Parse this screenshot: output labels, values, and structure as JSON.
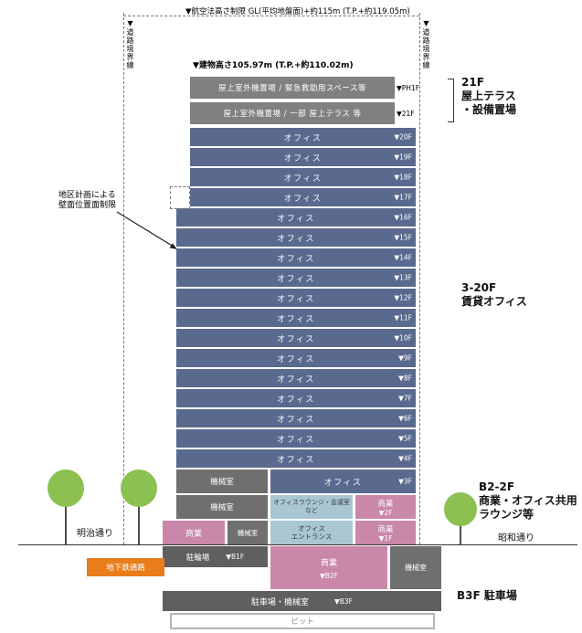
{
  "colors": {
    "office": "#5a6a8e",
    "roof": "#808080",
    "machine": "#6f6f6f",
    "commerce": "#c987a9",
    "lounge": "#a9c6d3",
    "parking": "#5f5f5f",
    "subway": "#e87d1a",
    "tree": "#8cc051"
  },
  "top": {
    "aviation_limit": "▼航空法高さ制限 GL(平均地盤面)+約115m (T.P.+約119.05m)",
    "building_height": "▼建物高さ105.97m (T.P.+約110.02m)",
    "road_boundary_left": "▼道路境界線",
    "road_boundary_right": "▼道路境界線"
  },
  "left": {
    "wall_restriction": [
      "地区計画による",
      "壁面位置面制限"
    ],
    "meiji_street": "明治通り",
    "subway": "地下鉄通路"
  },
  "right": {
    "showa_street": "昭和通り",
    "label_21f": [
      "21F",
      "屋上テラス",
      "・設備置場"
    ],
    "label_office": [
      "3-20F",
      "賃貸オフィス"
    ],
    "label_b2_2f": [
      "B2-2F",
      "商業・オフィス共用",
      "ラウンジ等"
    ],
    "label_b3f": "B3F 駐車場"
  },
  "tower": {
    "roof_floors": [
      {
        "label": "屋上室外機置場 / 緊急救助用スペース等",
        "marker": "▼PH1F"
      },
      {
        "label": "屋上室外機置場 / 一部 屋上テラス 等",
        "marker": "▼21F"
      }
    ],
    "office_floors": [
      {
        "label": "オフィス",
        "marker": "▼20F",
        "setback": true
      },
      {
        "label": "オフィス",
        "marker": "▼19F",
        "setback": true
      },
      {
        "label": "オフィス",
        "marker": "▼18F",
        "setback": true
      },
      {
        "label": "オフィス",
        "marker": "▼17F",
        "setback": true
      },
      {
        "label": "オフィス",
        "marker": "▼16F",
        "setback": false
      },
      {
        "label": "オフィス",
        "marker": "▼15F",
        "setback": false
      },
      {
        "label": "オフィス",
        "marker": "▼14F",
        "setback": false
      },
      {
        "label": "オフィス",
        "marker": "▼13F",
        "setback": false
      },
      {
        "label": "オフィス",
        "marker": "▼12F",
        "setback": false
      },
      {
        "label": "オフィス",
        "marker": "▼11F",
        "setback": false
      },
      {
        "label": "オフィス",
        "marker": "▼10F",
        "setback": false
      },
      {
        "label": "オフィス",
        "marker": "▼9F",
        "setback": false
      },
      {
        "label": "オフィス",
        "marker": "▼8F",
        "setback": false
      },
      {
        "label": "オフィス",
        "marker": "▼7F",
        "setback": false
      },
      {
        "label": "オフィス",
        "marker": "▼6F",
        "setback": false
      },
      {
        "label": "オフィス",
        "marker": "▼5F",
        "setback": false
      },
      {
        "label": "オフィス",
        "marker": "▼4F",
        "setback": false
      }
    ],
    "floor3": {
      "machine": "機械室",
      "office": "オフィス",
      "marker": "▼3F"
    },
    "floor2": {
      "machine": "機械室",
      "lounge": "オフィスラウンジ・会議室など",
      "commerce": "商業",
      "marker": "▼2F"
    },
    "floor1": {
      "commerce_left": "商業",
      "machine": "機械室",
      "entrance": [
        "オフィス",
        "エントランス"
      ],
      "commerce_right": "商業",
      "marker": "▼1F"
    },
    "b1": {
      "bicycle": "駐輪場",
      "marker": "▼B1F"
    },
    "b1b2": {
      "commerce": "商業",
      "commerce_marker": "▼B2F",
      "machine": "機械室"
    },
    "b3": {
      "label": "駐車場・機械室",
      "marker": "▼B3F"
    },
    "pit": "ピット"
  }
}
